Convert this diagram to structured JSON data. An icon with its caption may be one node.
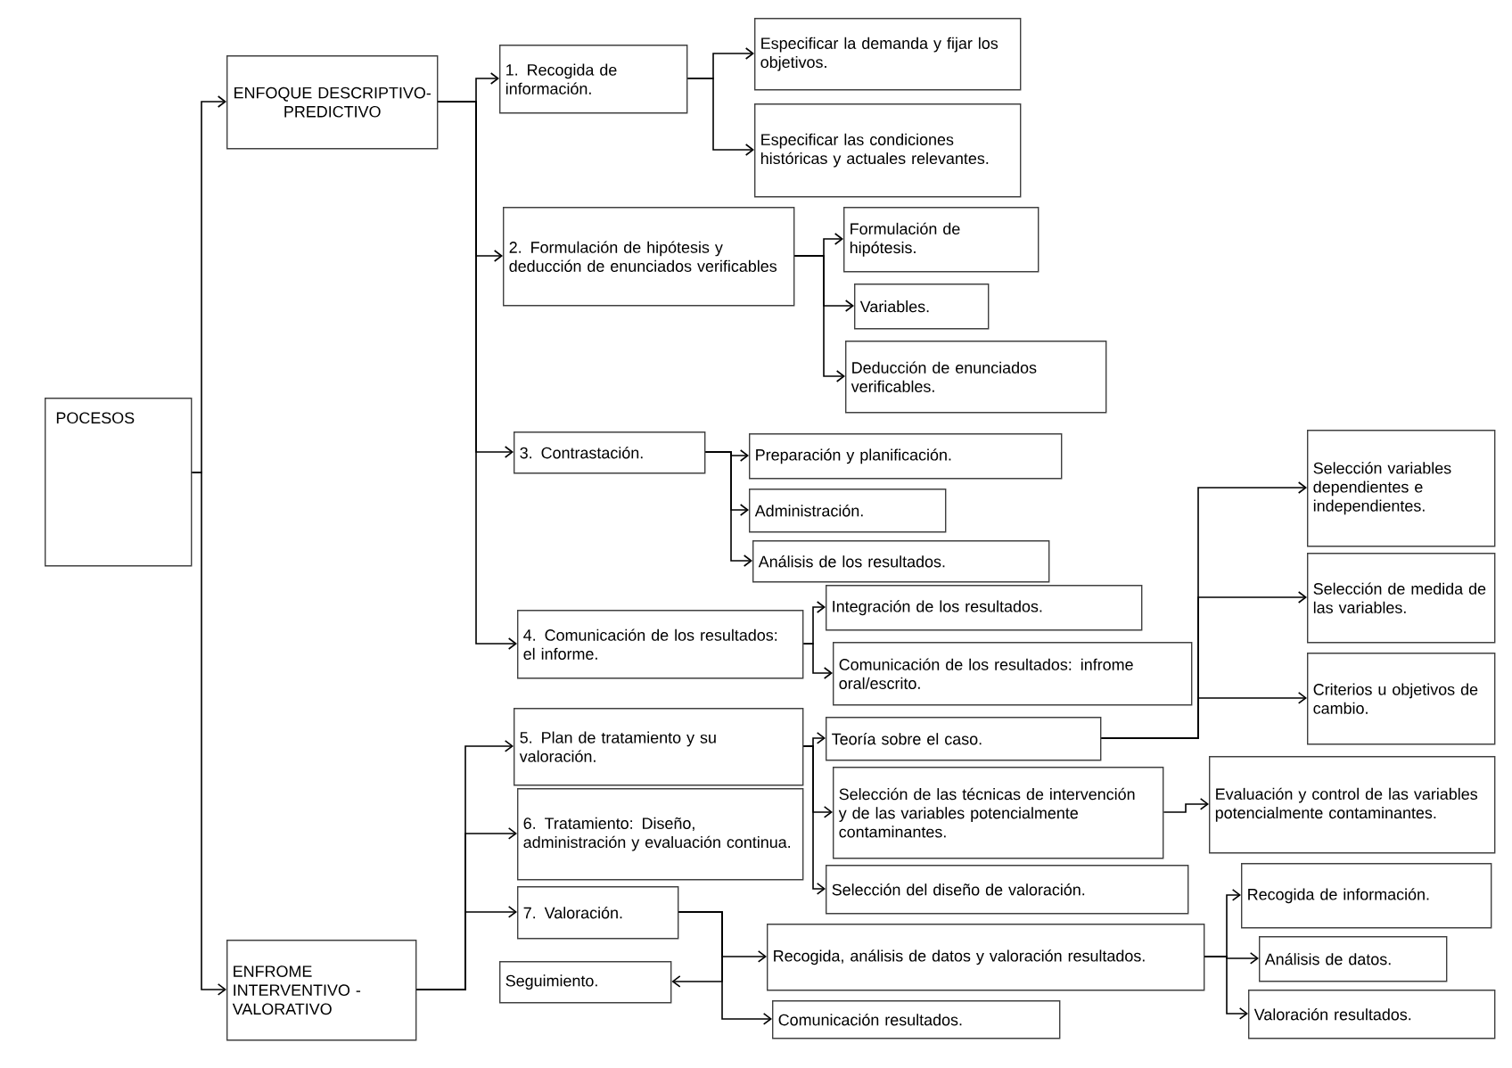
{
  "diagram": {
    "nodes": [
      {
        "text": [
          "POCESOS"
        ]
      },
      {
        "text": [
          "ENFOQUE DESCRIPTIVO-PREDICTIVO"
        ]
      },
      {
        "text": [
          "1. Recogida de información."
        ]
      },
      {
        "text": [
          "Especificar la demanda y fijar los objetivos."
        ]
      },
      {
        "text": [
          "Especificar las condiciones históricas y actuales relevantes."
        ]
      },
      {
        "text": [
          "2. Formulación de hipótesis y deducción de enunciados verificables"
        ]
      },
      {
        "text": [
          "Formulación de hipótesis."
        ]
      },
      {
        "text": [
          "Variables."
        ]
      },
      {
        "text": [
          "Deducción de enunciados verificables."
        ]
      },
      {
        "text": [
          "3. Contrastación."
        ]
      },
      {
        "text": [
          "Preparación y planificación."
        ]
      },
      {
        "text": [
          "Administración."
        ]
      },
      {
        "text": [
          "Análisis de los resultados."
        ]
      },
      {
        "text": [
          "Integración de los resultados."
        ]
      },
      {
        "text": [
          "4. Comunicación de los resultados: el informe."
        ]
      },
      {
        "text": [
          "Comunicación de los resultados: infrome oral/escrito."
        ]
      },
      {
        "text": [
          "5. Plan de tratamiento y su valoración."
        ]
      },
      {
        "text": [
          "Teoría sobre el caso."
        ]
      },
      {
        "text": [
          "Selección variables dependientes e independientes."
        ]
      },
      {
        "text": [
          "Selección de medida de las variables."
        ]
      },
      {
        "text": [
          "Criterios u objetivos de cambio."
        ]
      },
      {
        "text": [
          "6. Tratamiento: Diseño, administración y evaluación continua."
        ]
      },
      {
        "text": [
          "Selección de las técnicas de intervención y de las variables potencialmente contaminantes."
        ]
      },
      {
        "text": [
          "Evaluación y control de las variables potencialmente contaminantes."
        ]
      },
      {
        "text": [
          "7. Valoración."
        ]
      },
      {
        "text": [
          "Selección del diseño de valoración."
        ]
      },
      {
        "text": [
          "ENFROME INTERVENTIVO -VALORATIVO"
        ]
      },
      {
        "text": [
          "Seguimiento."
        ]
      },
      {
        "text": [
          "Recogida, análisis de datos y valoración resultados."
        ]
      },
      {
        "text": [
          "Recogida de información."
        ]
      },
      {
        "text": [
          "Análisis de datos."
        ]
      },
      {
        "text": [
          "Valoración resultados."
        ]
      },
      {
        "text": [
          "Comunicación resultados."
        ]
      }
    ],
    "edges": [
      {
        "from": 0,
        "to": 1,
        "arrow": "to"
      },
      {
        "from": 0,
        "to": 26,
        "arrow": "to"
      },
      {
        "from": 1,
        "to": 2,
        "arrow": "to"
      },
      {
        "from": 1,
        "to": 5,
        "arrow": "to"
      },
      {
        "from": 1,
        "to": 9,
        "arrow": "to"
      },
      {
        "from": 1,
        "to": 14,
        "arrow": "to"
      },
      {
        "from": 2,
        "to": 3,
        "arrow": "to"
      },
      {
        "from": 2,
        "to": 4,
        "arrow": "to"
      },
      {
        "from": 5,
        "to": 6,
        "arrow": "to"
      },
      {
        "from": 5,
        "to": 7,
        "arrow": "to"
      },
      {
        "from": 5,
        "to": 8,
        "arrow": "to"
      },
      {
        "from": 9,
        "to": 10,
        "arrow": "to"
      },
      {
        "from": 9,
        "to": 11,
        "arrow": "to"
      },
      {
        "from": 9,
        "to": 12,
        "arrow": "to"
      },
      {
        "from": 14,
        "to": 13,
        "arrow": "to"
      },
      {
        "from": 14,
        "to": 15,
        "arrow": "to"
      },
      {
        "from": 16,
        "to": 17,
        "arrow": "to"
      },
      {
        "from": 16,
        "to": 22,
        "arrow": "to"
      },
      {
        "from": 16,
        "to": 25,
        "arrow": "to"
      },
      {
        "from": 17,
        "to": 18,
        "arrow": "to"
      },
      {
        "from": 17,
        "to": 19,
        "arrow": "to"
      },
      {
        "from": 17,
        "to": 20,
        "arrow": "to"
      },
      {
        "from": 22,
        "to": 23,
        "arrow": "to"
      },
      {
        "from": 26,
        "to": 16,
        "arrow": "to"
      },
      {
        "from": 26,
        "to": 21,
        "arrow": "to"
      },
      {
        "from": 26,
        "to": 24,
        "arrow": "to"
      },
      {
        "from": 24,
        "to": 28,
        "arrow": "to"
      },
      {
        "from": 24,
        "to": 27,
        "arrow": "to"
      },
      {
        "from": 24,
        "to": 32,
        "arrow": "to"
      },
      {
        "from": 28,
        "to": 29,
        "arrow": "to"
      },
      {
        "from": 28,
        "to": 30,
        "arrow": "to"
      },
      {
        "from": 28,
        "to": 31,
        "arrow": "to"
      }
    ]
  }
}
